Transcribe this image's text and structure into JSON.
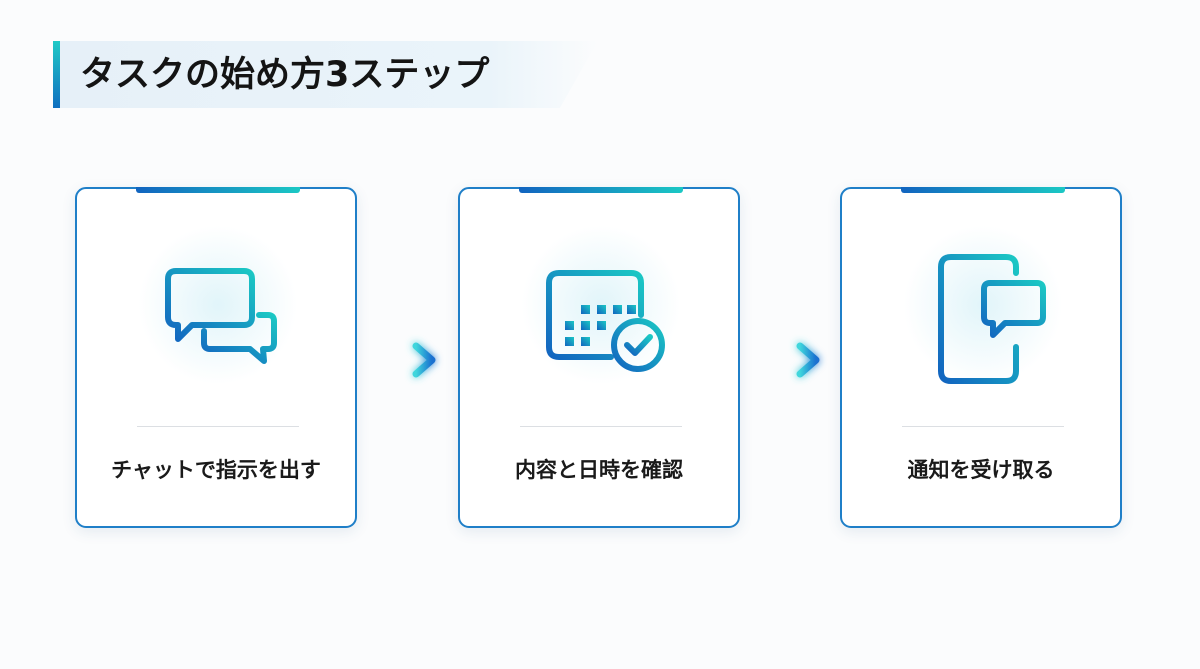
{
  "title": "タスクの始め方3ステップ",
  "colors": {
    "accent_blue": "#1264c0",
    "accent_teal": "#1bc8c4",
    "card_border": "#1f7fc8"
  },
  "steps": [
    {
      "label": "チャットで指示を出す",
      "icon": "chat-bubbles-icon"
    },
    {
      "label": "内容と日時を確認",
      "icon": "calendar-check-icon"
    },
    {
      "label": "通知を受け取る",
      "icon": "phone-notification-icon"
    }
  ],
  "connector_icon": "arrow-right-icon"
}
